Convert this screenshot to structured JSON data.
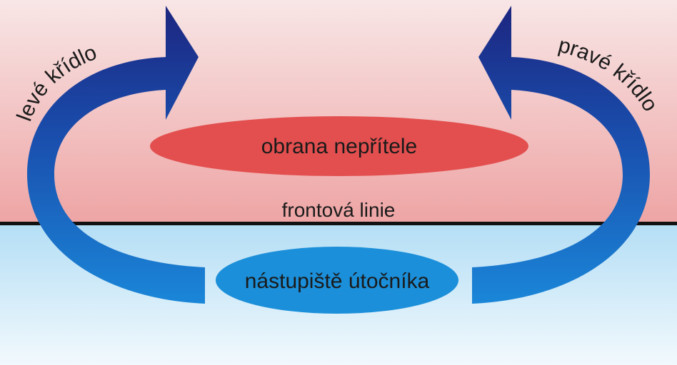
{
  "labels": {
    "enemy_defense": "obrana nepřítele",
    "front_line": "frontová linie",
    "attacker_staging": "nástupiště útočníka",
    "left_wing": "levé křídlo",
    "right_wing": "pravé křídlo"
  },
  "colors": {
    "enemy_zone_top": "#f8e6e6",
    "enemy_zone_bottom": "#eea4a4",
    "friendly_zone_top": "#b4def5",
    "friendly_zone_bottom": "#f2f9fd",
    "enemy_ellipse": "#e34f4f",
    "attacker_ellipse": "#1b8fd9",
    "arrow_dark": "#1c2680",
    "arrow_light": "#1a86d8",
    "front_line": "#111111"
  }
}
